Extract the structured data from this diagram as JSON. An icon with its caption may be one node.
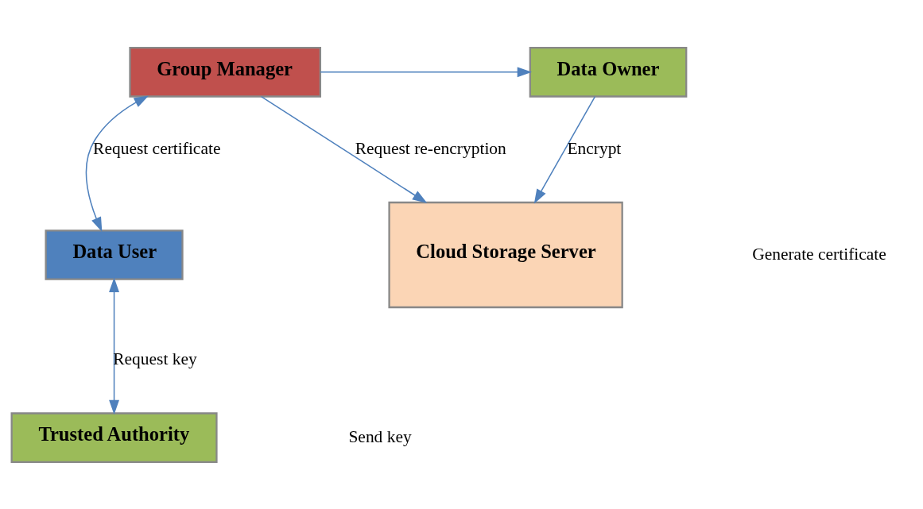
{
  "diagram": {
    "nodes": [
      {
        "text": [
          "Data Owner"
        ]
      },
      {
        "text": [
          "Group Manager"
        ]
      },
      {
        "text": [
          "Cloud Storage Server"
        ]
      },
      {
        "text": [
          "Data User"
        ]
      },
      {
        "text": [
          "Trusted Authority"
        ]
      }
    ],
    "edges": [
      {
        "from": 1,
        "to": 0,
        "arrow": "to"
      },
      {
        "from": 0,
        "to": 2,
        "arrow": "to",
        "label": "Encrypt"
      },
      {
        "from": 1,
        "to": 2,
        "arrow": "to",
        "label": "Request re-encryption"
      },
      {
        "from": 1,
        "to": 3,
        "arrow": "both",
        "label": "Request certificate"
      },
      {
        "from": 3,
        "to": 4,
        "arrow": "both",
        "label": "Request key"
      }
    ],
    "labels": [
      "Generate certificate",
      "Send key"
    ]
  }
}
